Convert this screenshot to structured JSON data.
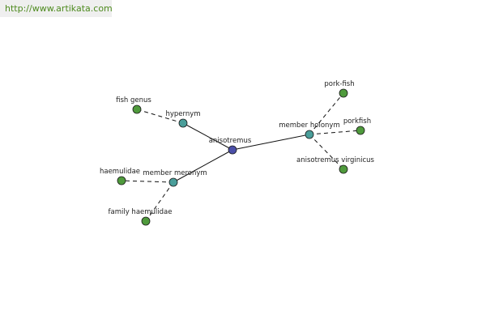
{
  "watermark": {
    "text": "http://www.artikata.com"
  },
  "colors": {
    "center_node": "#4b4fa8",
    "relation_node": "#4a9e9a",
    "leaf_node": "#4f9a3c",
    "edge": "#111111"
  },
  "graph": {
    "nodes": [
      {
        "id": "anisotremus",
        "label": "anisotremus",
        "kind": "center"
      },
      {
        "id": "hypernym",
        "label": "hypernym",
        "kind": "relation"
      },
      {
        "id": "member-meronym",
        "label": "member meronym",
        "kind": "relation"
      },
      {
        "id": "member-holonym",
        "label": "member holonym",
        "kind": "relation"
      },
      {
        "id": "fish-genus",
        "label": "fish genus",
        "kind": "leaf"
      },
      {
        "id": "haemulidae",
        "label": "haemulidae",
        "kind": "leaf"
      },
      {
        "id": "family-haemulidae",
        "label": "family haemulidae",
        "kind": "leaf"
      },
      {
        "id": "pork-fish",
        "label": "pork-fish",
        "kind": "leaf"
      },
      {
        "id": "porkfish",
        "label": "porkfish",
        "kind": "leaf"
      },
      {
        "id": "anisotremus-virginicus",
        "label": "anisotremus virginicus",
        "kind": "leaf"
      }
    ],
    "edges": [
      {
        "from": "anisotremus",
        "to": "hypernym",
        "style": "solid"
      },
      {
        "from": "anisotremus",
        "to": "member-meronym",
        "style": "solid"
      },
      {
        "from": "anisotremus",
        "to": "member-holonym",
        "style": "solid"
      },
      {
        "from": "hypernym",
        "to": "fish-genus",
        "style": "dashed"
      },
      {
        "from": "member-meronym",
        "to": "haemulidae",
        "style": "dashed"
      },
      {
        "from": "member-meronym",
        "to": "family-haemulidae",
        "style": "dashed"
      },
      {
        "from": "member-holonym",
        "to": "pork-fish",
        "style": "dashed"
      },
      {
        "from": "member-holonym",
        "to": "porkfish",
        "style": "dashed"
      },
      {
        "from": "member-holonym",
        "to": "anisotremus-virginicus",
        "style": "dashed"
      }
    ]
  }
}
